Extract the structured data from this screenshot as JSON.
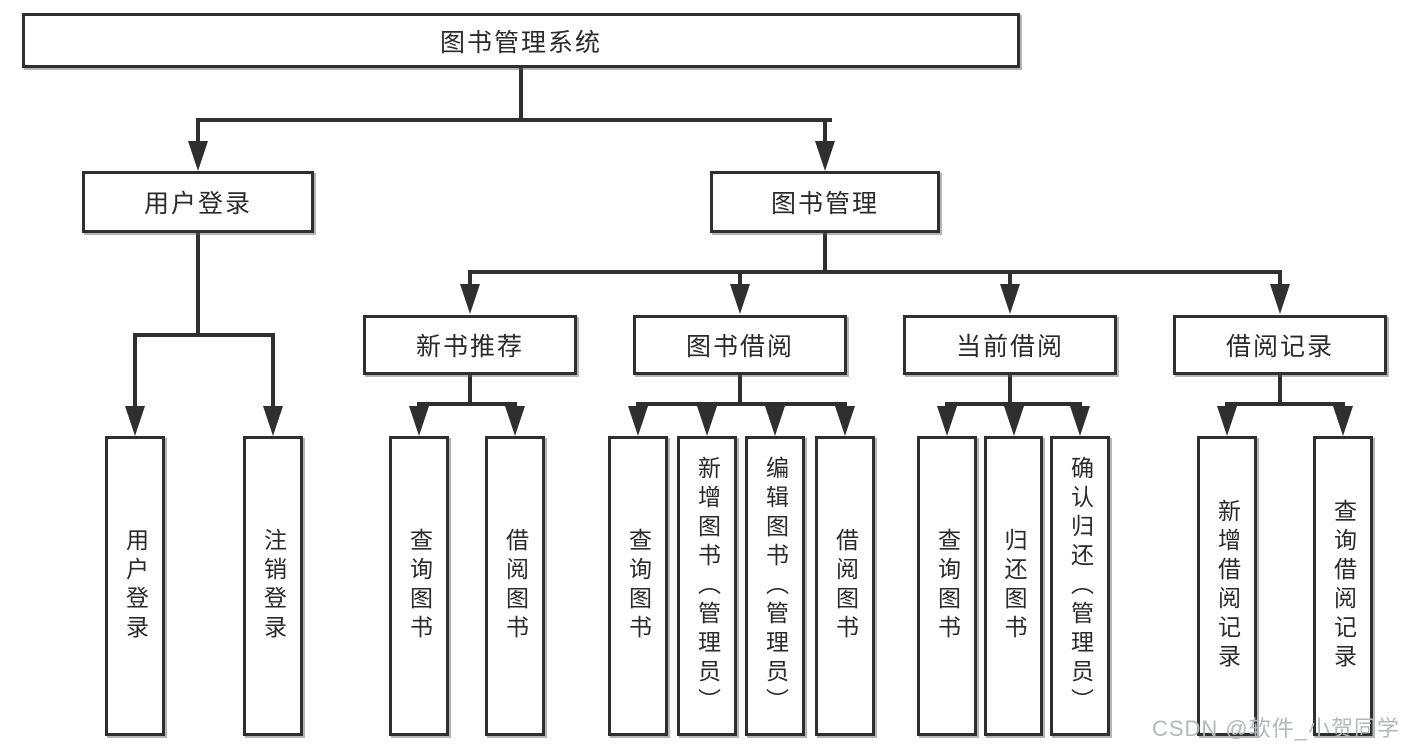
{
  "colors": {
    "background": "#ffffff",
    "line": "#2f2f2f",
    "box_border": "#2f2f2f",
    "text": "#2a2a2a",
    "watermark": "#b3b7bf"
  },
  "watermark": {
    "text": "CSDN @软件_小贺同学"
  },
  "nodes": {
    "root": "图书管理系统",
    "user_login": "用户登录",
    "book_mgmt": "图书管理",
    "user_login_leaf": "用户登录",
    "logout_leaf": "注销登录",
    "new_book_rec": "新书推荐",
    "book_borrow": "图书借阅",
    "current_borrow": "当前借阅",
    "borrow_records": "借阅记录",
    "nbr_query": "查询图书",
    "nbr_borrow": "借阅图书",
    "bb_query": "查询图书",
    "bb_add": "新增图书（管理员）",
    "bb_edit": "编辑图书（管理员）",
    "bb_borrow": "借阅图书",
    "cb_query": "查询图书",
    "cb_return": "归还图书",
    "cb_confirm": "确认归还（管理员）",
    "br_add": "新增借阅记录",
    "br_query": "查询借阅记录"
  },
  "structure": {
    "图书管理系统": {
      "用户登录": [
        "用户登录",
        "注销登录"
      ],
      "图书管理": {
        "新书推荐": [
          "查询图书",
          "借阅图书"
        ],
        "图书借阅": [
          "查询图书",
          "新增图书（管理员）",
          "编辑图书（管理员）",
          "借阅图书"
        ],
        "当前借阅": [
          "查询图书",
          "归还图书",
          "确认归还（管理员）"
        ],
        "借阅记录": [
          "新增借阅记录",
          "查询借阅记录"
        ]
      }
    }
  }
}
